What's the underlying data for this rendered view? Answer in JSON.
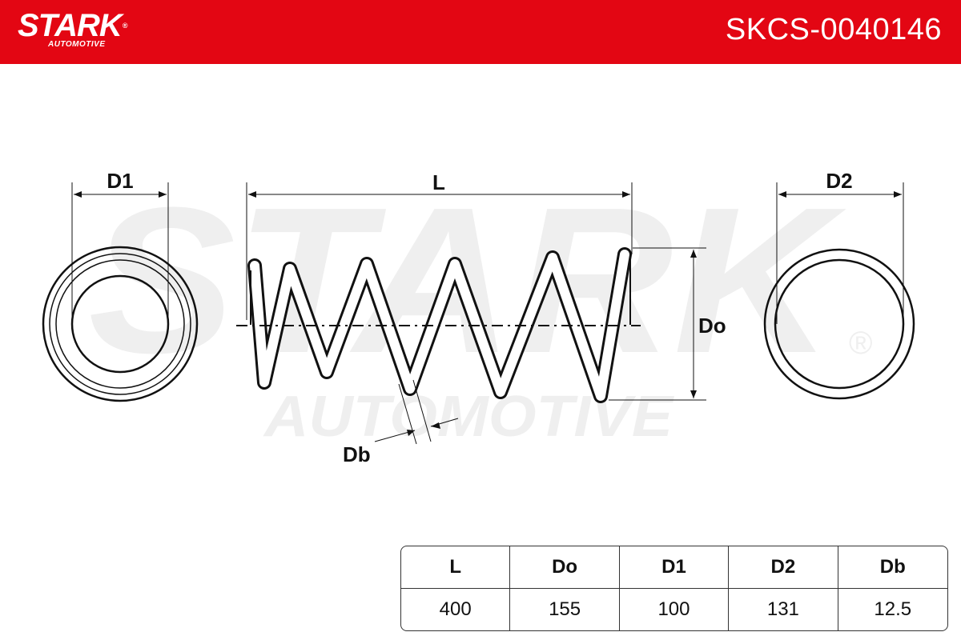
{
  "header": {
    "brand": "STARK",
    "brand_reg": "®",
    "brand_sub": "AUTOMOTIVE",
    "part_number": "SKCS-0040146",
    "background_color": "#e30613"
  },
  "watermark": {
    "main": "STARK",
    "sub": "AUTOMOTIVE",
    "reg": "®"
  },
  "dimension_labels": {
    "d1": "D1",
    "length": "L",
    "d2": "D2",
    "outer_diameter": "Do",
    "wire_diameter": "Db"
  },
  "spec_table": {
    "headers": [
      "L",
      "Do",
      "D1",
      "D2",
      "Db"
    ],
    "values": [
      "400",
      "155",
      "100",
      "131",
      "12.5"
    ]
  }
}
